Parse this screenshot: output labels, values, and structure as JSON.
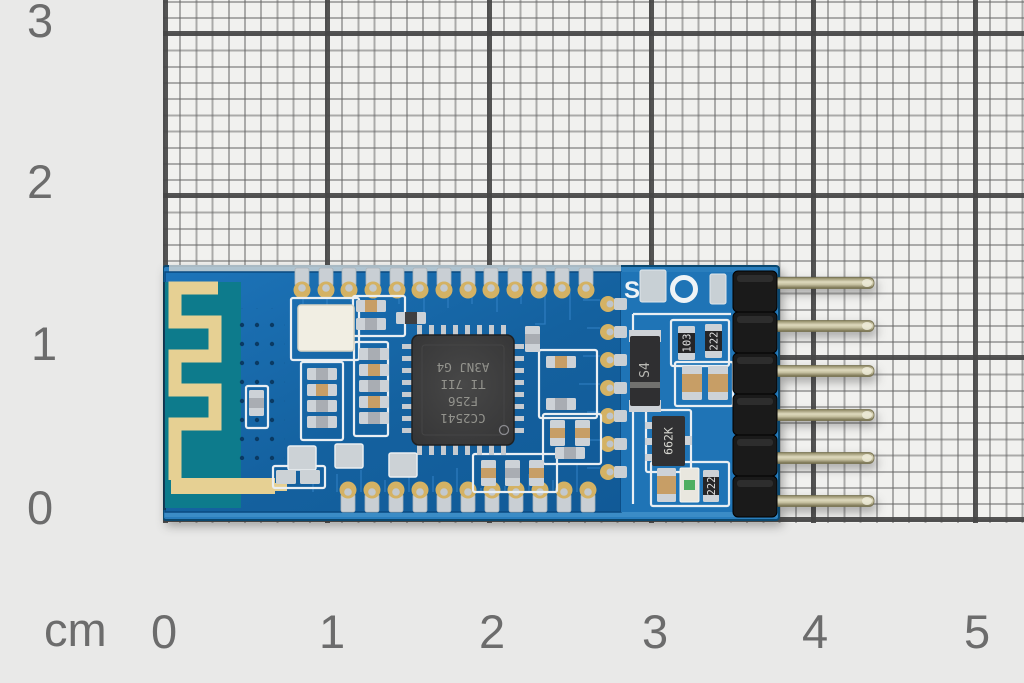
{
  "ruler": {
    "unit_label": "cm",
    "bottom_labels": [
      "0",
      "1",
      "2",
      "3",
      "4",
      "5"
    ],
    "left_labels": [
      "3",
      "2",
      "1",
      "0"
    ]
  },
  "module": {
    "chip": {
      "line1": "CC2541",
      "line2": "F256",
      "line3": "TI 7II",
      "line4": "A3NJ G4"
    },
    "diode_label": "S4",
    "regulator_label": "662K",
    "resistor_103_label": "103",
    "resistor_222_top_label": "222",
    "resistor_222_bottom_label": "222",
    "silkscreen_letter": "S"
  },
  "colors": {
    "paper_margin": "#e9e9e8",
    "grid_background": "#f1f1ef",
    "grid_minor_line": "#8a8a8a",
    "grid_major_line": "#4c4c4c",
    "ruler_text": "#6c6c6c",
    "pcb_blue": "#1568ad",
    "antenna_teal": "#0d7b8c",
    "antenna_gold": "#e6d093",
    "carrier_blue": "#2a7ebd",
    "header_plastic": "#171717",
    "pin_metal": "#cec9ad",
    "chip_body": "#3c3c3c",
    "silkscreen_white": "#eef3f6"
  }
}
